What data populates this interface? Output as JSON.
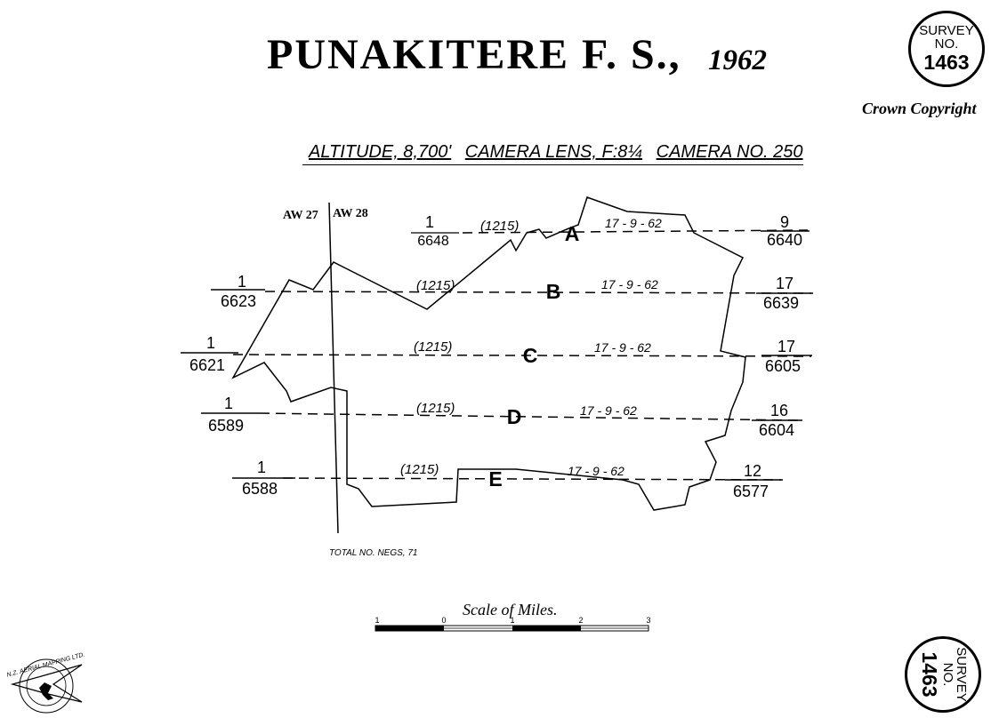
{
  "header": {
    "title": "PUNAKITERE F. S.,",
    "year": "1962",
    "copyright": "Crown Copyright"
  },
  "badge_top": {
    "line1": "SURVEY",
    "line2": "NO.",
    "number": "1463"
  },
  "badge_bottom": {
    "line1": "SURVEY",
    "line2": "NO.",
    "number": "1463"
  },
  "specs": {
    "altitude": "ALTITUDE, 8,700'",
    "lens": "CAMERA LENS, F:8¼",
    "camera": "CAMERA NO. 250"
  },
  "map": {
    "grid_labels": [
      "AW 27",
      "AW 28"
    ],
    "runs": [
      {
        "letter": "A",
        "start_top": "1",
        "start_bottom": "6648",
        "code": "(1215)",
        "date": "17 - 9 - 62",
        "end_top": "9",
        "end_bottom": "6640"
      },
      {
        "letter": "B",
        "start_top": "1",
        "start_bottom": "6623",
        "code": "(1215)",
        "date": "17 - 9 - 62",
        "end_top": "17",
        "end_bottom": "6639"
      },
      {
        "letter": "C",
        "start_top": "1",
        "start_bottom": "6621",
        "code": "(1215)",
        "date": "17 - 9 - 62",
        "end_top": "17",
        "end_bottom": "6605"
      },
      {
        "letter": "D",
        "start_top": "1",
        "start_bottom": "6589",
        "code": "(1215)",
        "date": "17 - 9 - 62",
        "end_top": "16",
        "end_bottom": "6604"
      },
      {
        "letter": "E",
        "start_top": "1",
        "start_bottom": "6588",
        "code": "(1215)",
        "date": "17 - 9 - 62",
        "end_top": "12",
        "end_bottom": "6577"
      }
    ],
    "total_negs": "TOTAL NO. NEGS, 71"
  },
  "scale": {
    "title": "Scale of Miles.",
    "ticks": [
      "1",
      "0",
      "1",
      "2",
      "3"
    ]
  },
  "logo": {
    "text": "N.Z. AERIAL MAPPING LTD."
  }
}
